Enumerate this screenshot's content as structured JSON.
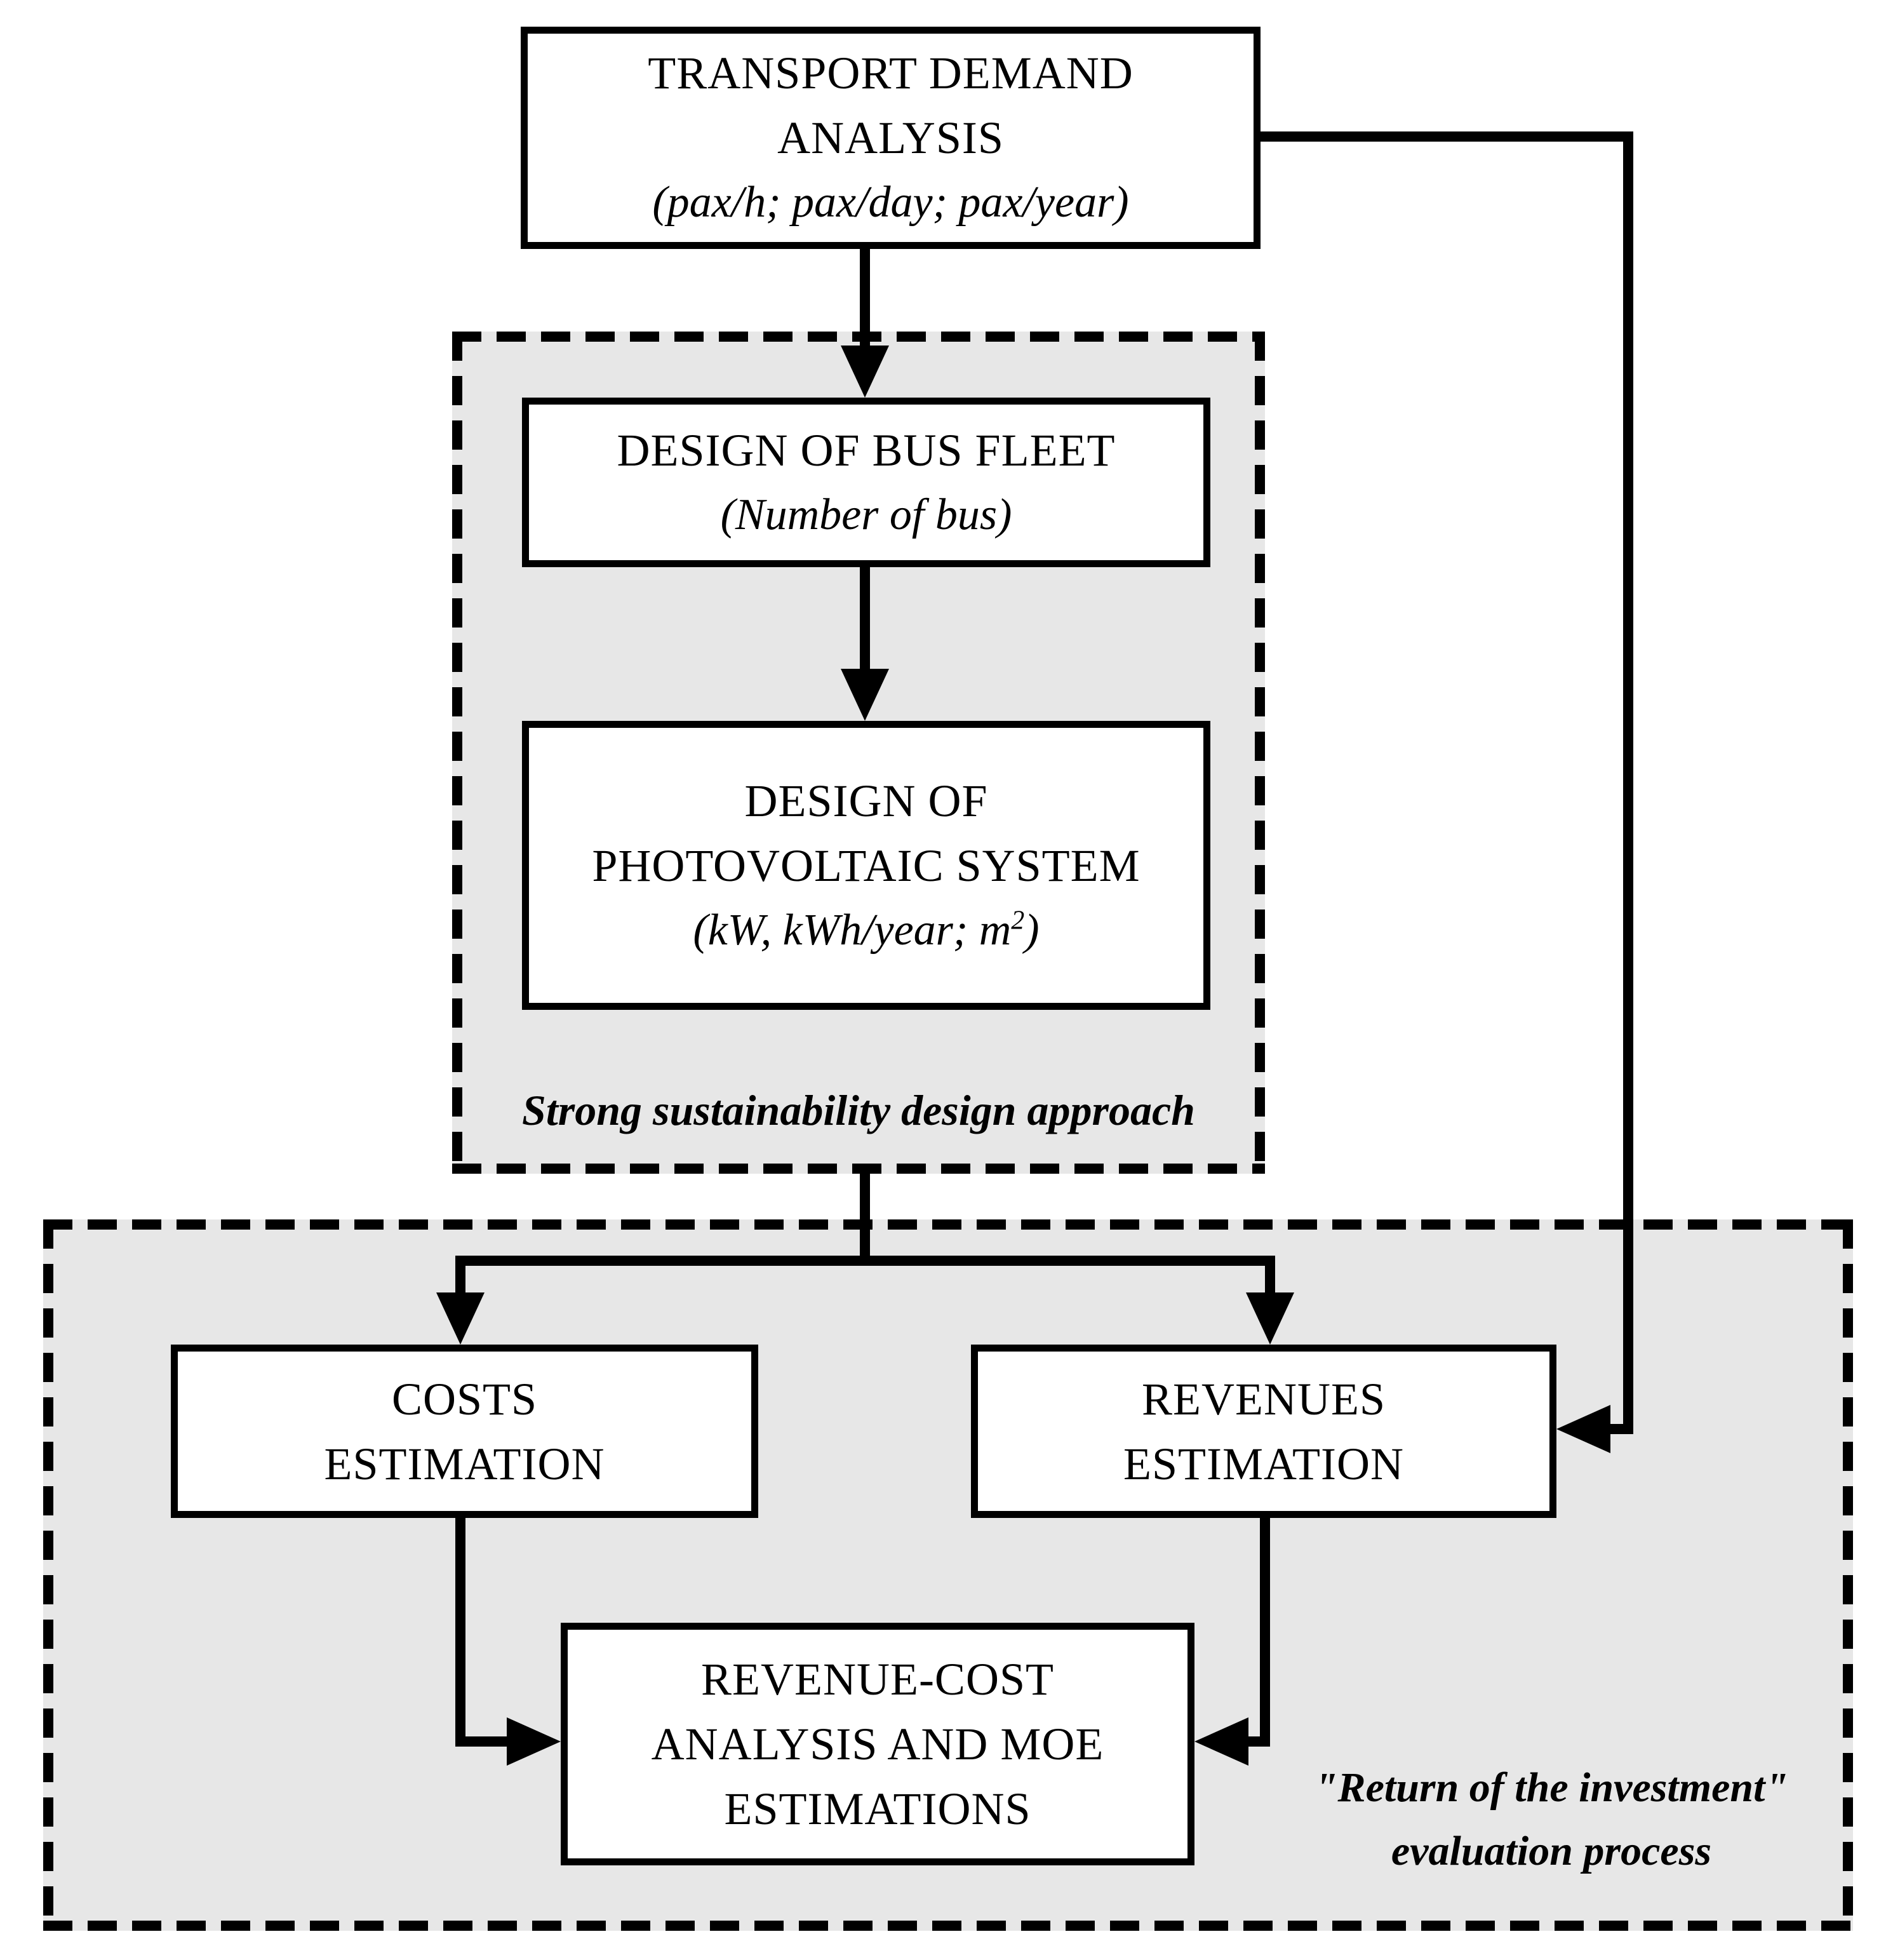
{
  "diagram": {
    "nodes": {
      "transport_demand": {
        "line1": "TRANSPORT DEMAND",
        "line2": "ANALYSIS",
        "sub": "(pax/h; pax/day; pax/year)"
      },
      "bus_fleet": {
        "line1": "DESIGN OF BUS FLEET",
        "sub": "(Number of bus)"
      },
      "pv_system": {
        "line1": "DESIGN OF",
        "line2": "PHOTOVOLTAIC SYSTEM",
        "sub_prefix": "(kW, kWh/year; m",
        "sub_sup": "2",
        "sub_suffix": ")"
      },
      "costs": {
        "line1": "COSTS",
        "line2": "ESTIMATION"
      },
      "revenues": {
        "line1": "REVENUES",
        "line2": "ESTIMATION"
      },
      "revenue_cost": {
        "line1": "REVENUE-COST",
        "line2": "ANALYSIS AND MOE",
        "line3": "ESTIMATIONS"
      }
    },
    "containers": {
      "sustainability": {
        "label": "Strong sustainability design approach"
      },
      "roi": {
        "label_line1": "\"Return of the investment\"",
        "label_line2": "evaluation process"
      }
    },
    "colors": {
      "container_fill": "#e7e7e7",
      "line_color": "#000000",
      "node_fill": "#ffffff"
    }
  }
}
